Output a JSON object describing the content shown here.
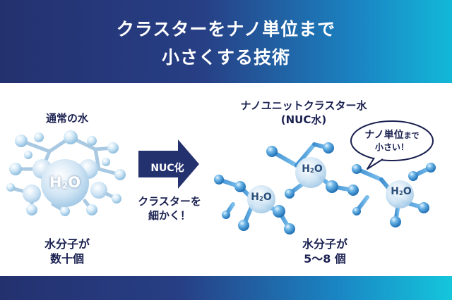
{
  "header": {
    "line1": "クラスターをナノ単位まで",
    "line2": "小さくする技術"
  },
  "left": {
    "title": "通常の水",
    "molecule_label": "H",
    "molecule_sub": "2",
    "molecule_tail": "O",
    "caption_line1": "水分子が",
    "caption_line2": "数十個"
  },
  "arrow": {
    "label": "NUC化",
    "caption_line1": "クラスターを",
    "caption_line2": "細かく！"
  },
  "right": {
    "title_line1": "ナノユニットクラスター水",
    "title_line2": "(NUC水)",
    "bubble_line1": "ナノ単位",
    "bubble_line1_small": "まで",
    "bubble_line2": "小さい！",
    "molecule_label": "H",
    "molecule_sub": "2",
    "molecule_tail": "O",
    "caption_line1": "水分子が",
    "caption_line2": "5〜8 個"
  },
  "colors": {
    "header_start": "#24316f",
    "header_end": "#12b8d8",
    "arrow": "#24316f",
    "text": "#1a2050",
    "molecule": "#5ea8dc"
  }
}
